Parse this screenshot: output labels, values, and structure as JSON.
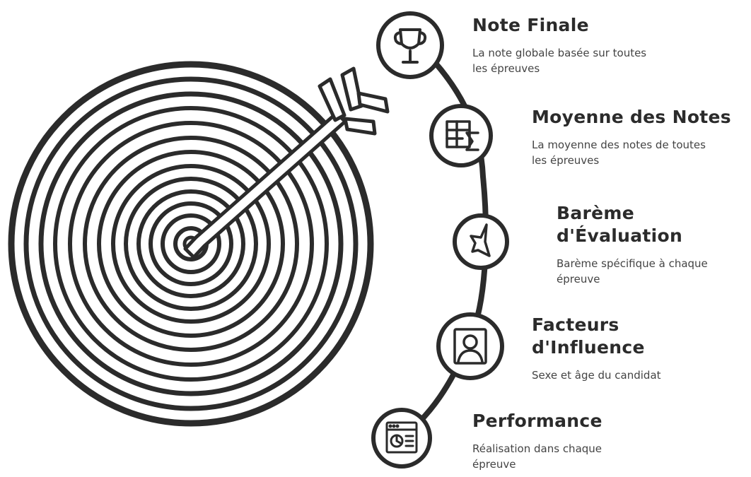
{
  "colors": {
    "stroke": "#2b2b2b",
    "fill": "#ffffff",
    "text": "#2b2b2b"
  },
  "items": [
    {
      "title": "Note Finale",
      "description": "La note globale basée sur toutes les épreuves",
      "icon": "trophy-icon"
    },
    {
      "title": "Moyenne des Notes",
      "description": "La moyenne des notes de toutes les épreuves",
      "icon": "table-sum-icon"
    },
    {
      "title": "Barème d'Évaluation",
      "description": "Barème spécifique à chaque épreuve",
      "icon": "scale-icon"
    },
    {
      "title": "Facteurs d'Influence",
      "description": "Sexe et âge du candidat",
      "icon": "person-icon"
    },
    {
      "title": "Performance",
      "description": "Réalisation dans chaque épreuve",
      "icon": "dashboard-icon"
    }
  ]
}
